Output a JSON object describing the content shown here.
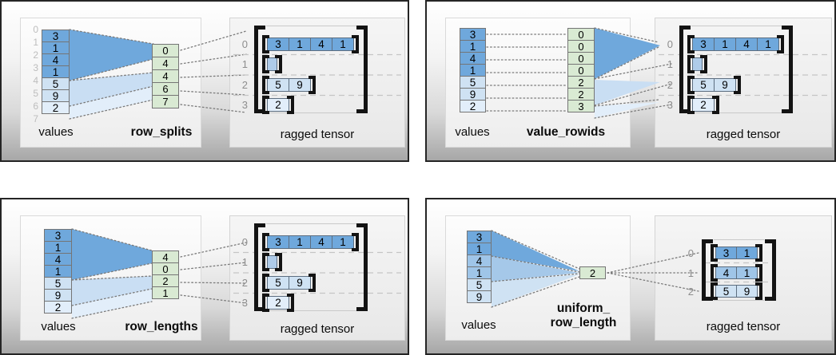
{
  "colors": {
    "value_dark": "#6fa8dc",
    "value_medium": "#9fc5e8",
    "value_light": "#cfe2f3",
    "value_lightest": "#e2eefa",
    "method_cell_green": "#d9ead3",
    "empty_row_stub": "#aecbe9",
    "bracket_black": "#131313",
    "index_gray": "#bdbdbd",
    "row_label_gray": "#8d8d8d"
  },
  "panels": [
    {
      "method": "row_splits",
      "values_label": "values",
      "method_label": "row_splits",
      "output_label": "ragged tensor",
      "value_indices": [
        "0",
        "1",
        "2",
        "3",
        "4",
        "5",
        "6",
        "7"
      ],
      "values": [
        "3",
        "1",
        "4",
        "1",
        "5",
        "9",
        "2"
      ],
      "method_cells": [
        "0",
        "4",
        "4",
        "6",
        "7"
      ],
      "row_labels": [
        "0",
        "1",
        "2",
        "3"
      ],
      "rows": [
        [
          "3",
          "1",
          "4",
          "1"
        ],
        [],
        [
          "5",
          "9"
        ],
        [
          "2"
        ]
      ]
    },
    {
      "method": "value_rowids",
      "values_label": "values",
      "method_label": "value_rowids",
      "output_label": "ragged tensor",
      "values": [
        "3",
        "1",
        "4",
        "1",
        "5",
        "9",
        "2"
      ],
      "method_cells": [
        "0",
        "0",
        "0",
        "0",
        "2",
        "2",
        "3"
      ],
      "row_labels": [
        "0",
        "1",
        "2",
        "3"
      ],
      "rows": [
        [
          "3",
          "1",
          "4",
          "1"
        ],
        [],
        [
          "5",
          "9"
        ],
        [
          "2"
        ]
      ]
    },
    {
      "method": "row_lengths",
      "values_label": "values",
      "method_label": "row_lengths",
      "output_label": "ragged tensor",
      "values": [
        "3",
        "1",
        "4",
        "1",
        "5",
        "9",
        "2"
      ],
      "method_cells": [
        "4",
        "0",
        "2",
        "1"
      ],
      "row_labels": [
        "0",
        "1",
        "2",
        "3"
      ],
      "rows": [
        [
          "3",
          "1",
          "4",
          "1"
        ],
        [],
        [
          "5",
          "9"
        ],
        [
          "2"
        ]
      ]
    },
    {
      "method": "uniform_row_length",
      "values_label": "values",
      "method_label_line1": "uniform_",
      "method_label_line2": "row_length",
      "output_label": "ragged tensor",
      "values": [
        "3",
        "1",
        "4",
        "1",
        "5",
        "9"
      ],
      "method_cells": [
        "2"
      ],
      "row_labels": [
        "0",
        "1",
        "2"
      ],
      "rows": [
        [
          "3",
          "1"
        ],
        [
          "4",
          "1"
        ],
        [
          "5",
          "9"
        ]
      ]
    }
  ]
}
